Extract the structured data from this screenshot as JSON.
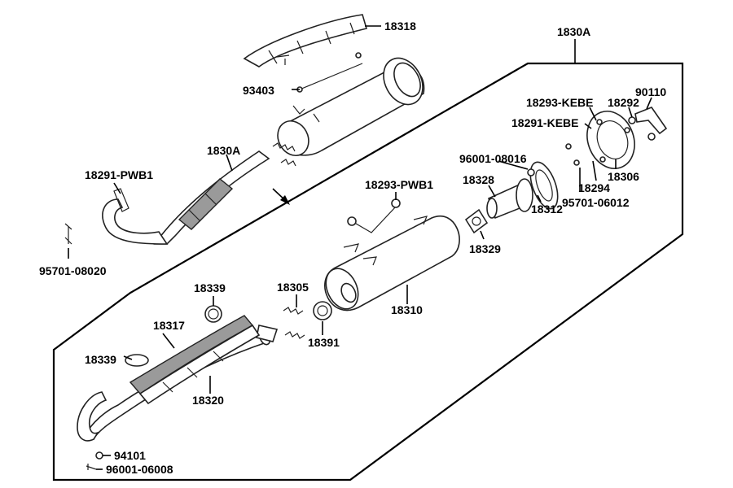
{
  "labels": {
    "p18318": "18318",
    "p93403": "93403",
    "p1830A_top": "1830A",
    "p1830A_asm": "1830A",
    "p18291_PWB1": "18291-PWB1",
    "p95701_08020": "95701-08020",
    "p18293_PWB1": "18293-PWB1",
    "p18339_a": "18339",
    "p18339_b": "18339",
    "p18305": "18305",
    "p18317": "18317",
    "p18391": "18391",
    "p18310": "18310",
    "p18320": "18320",
    "p94101": "94101",
    "p96001_06008": "96001-06008",
    "p96001_08016": "96001-08016",
    "p18328": "18328",
    "p18329": "18329",
    "p18312": "18312",
    "p95701_06012": "95701-06012",
    "p18293_KEBE": "18293-KEBE",
    "p18291_KEBE": "18291-KEBE",
    "p18292": "18292",
    "p90110": "90110",
    "p18294": "18294",
    "p18306": "18306"
  }
}
